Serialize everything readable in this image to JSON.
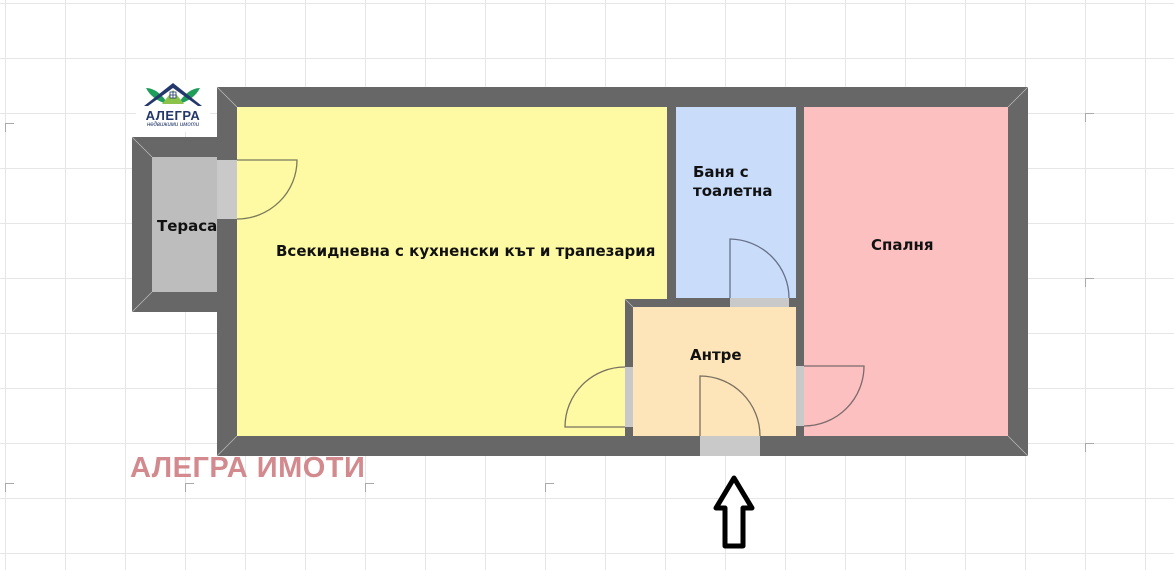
{
  "logo": {
    "name": "АЛЕГРА",
    "subtitle": "недвижими имоти",
    "colors": {
      "roof": "#24386b",
      "leaves": "#4caf50",
      "text": "#24386b"
    }
  },
  "watermark": {
    "text": "АЛЕГРА ИМОТИ",
    "color": "#d28a8e"
  },
  "rooms": [
    {
      "id": "terrace",
      "label": "Тераса",
      "color": "#bdbdbd"
    },
    {
      "id": "living",
      "label": "Всекидневна с кухненски кът и трапезария",
      "color": "#fef9a3"
    },
    {
      "id": "bathroom",
      "label_line1": "Баня с",
      "label_line2": "тоалетна",
      "color": "#c9ddfa"
    },
    {
      "id": "bedroom",
      "label": "Спалня",
      "color": "#fdc0c1"
    },
    {
      "id": "hallway",
      "label": "Антре",
      "color": "#fde4b9"
    }
  ],
  "colors": {
    "wall": "#676767",
    "opening": "#c9c9c9",
    "grid": "#e6e6e6",
    "entrance_arrow": "#000000"
  },
  "entrance_arrow": {
    "icon": "arrow-up-outline-icon",
    "direction": "up"
  }
}
